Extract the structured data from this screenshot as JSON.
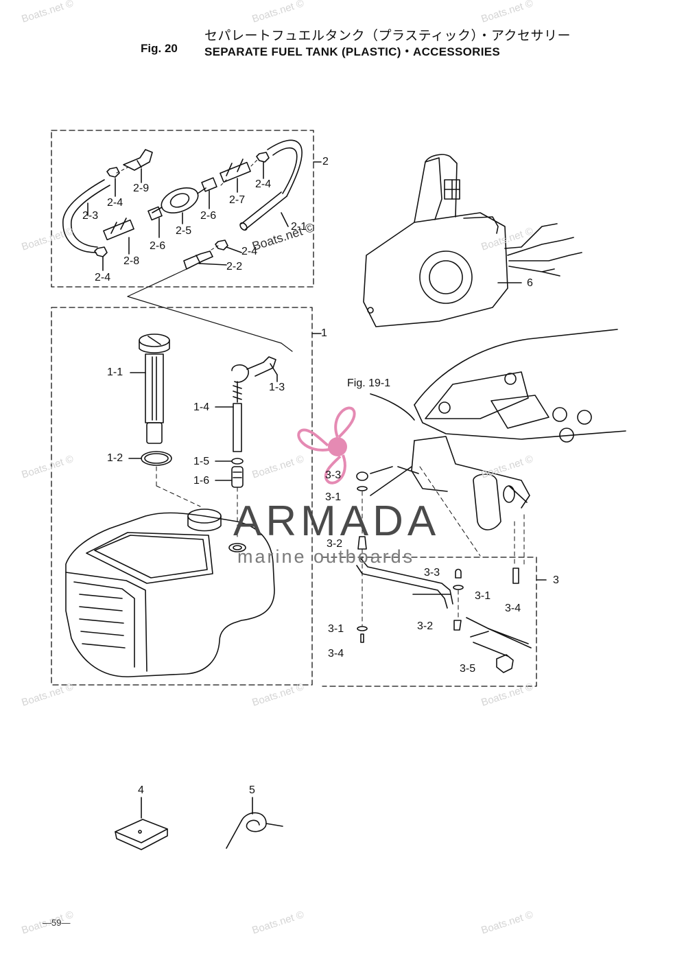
{
  "header": {
    "title_jp": "セパレートフュエルタンク（プラスティック）・アクセサリー",
    "fig_label": "Fig. 20",
    "title_en": "SEPARATE FUEL TANK (PLASTIC)・ACCESSORIES"
  },
  "labels": {
    "l2": "2",
    "l2_9": "2-9",
    "l2_4a": "2-4",
    "l2_3": "2-3",
    "l2_7": "2-7",
    "l2_4b": "2-4",
    "l2_6a": "2-6",
    "l2_5": "2-5",
    "l2_6b": "2-6",
    "l2_8": "2-8",
    "l2_4c": "2-4",
    "l2_1": "2-1",
    "l2_4d": "2-4",
    "l2_2": "2-2",
    "l6": "6",
    "l1": "1",
    "l1_1": "1-1",
    "l1_3": "1-3",
    "l1_4": "1-4",
    "l1_2": "1-2",
    "l1_5": "1-5",
    "l1_6": "1-6",
    "fig19": "Fig. 19-1",
    "l3_3a": "3-3",
    "l3_1a": "3-1",
    "l3_2a": "3-2",
    "l3_3b": "3-3",
    "l3_1b": "3-1",
    "l3": "3",
    "l3_4a": "3-4",
    "l3_2b": "3-2",
    "l3_1c": "3-1",
    "l3_4b": "3-4",
    "l3_5": "3-5",
    "l4": "4",
    "l5": "5"
  },
  "watermark": {
    "text": "Boats.net ©",
    "brand": "ARMADA",
    "brand_sub": "marine outboards"
  },
  "page_number": "—59—",
  "colors": {
    "ink": "#111111",
    "brand_pink": "#e58ab3",
    "brand_gray": "#4a4a4a",
    "watermark": "#d4d4d4"
  }
}
